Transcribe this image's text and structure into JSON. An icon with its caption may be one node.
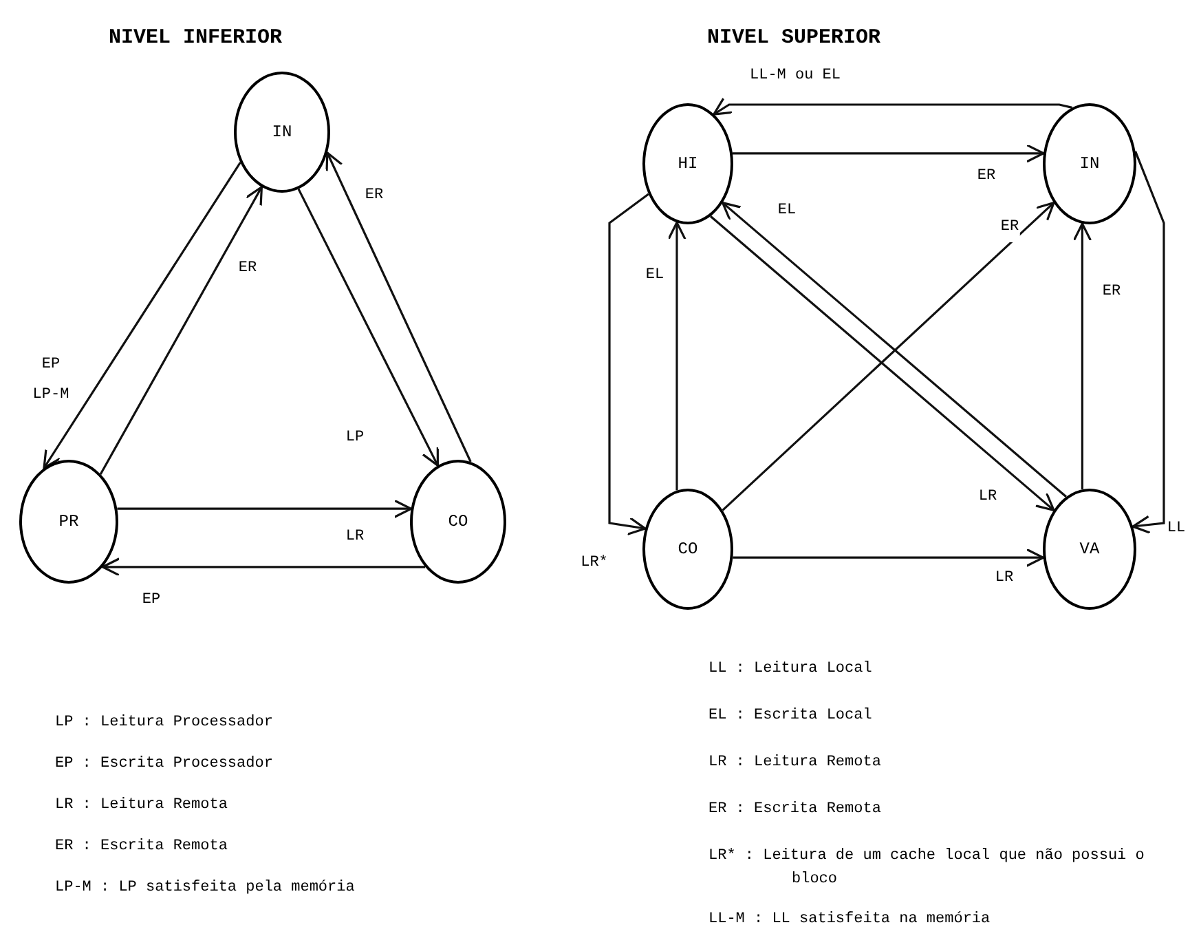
{
  "diagram": {
    "nodes": [
      {
        "text": [
          "IN"
        ]
      },
      {
        "text": [
          "PR"
        ]
      },
      {
        "text": [
          "CO"
        ]
      },
      {
        "text": [
          "HI"
        ]
      },
      {
        "text": [
          "IN"
        ]
      },
      {
        "text": [
          "CO"
        ]
      },
      {
        "text": [
          "VA"
        ]
      }
    ],
    "edges": [
      {
        "from": 0,
        "to": 1,
        "arrow": "to",
        "label": "EP LP-M"
      },
      {
        "from": 1,
        "to": 0,
        "arrow": "to",
        "label": "ER"
      },
      {
        "from": 0,
        "to": 2,
        "arrow": "to",
        "label": "LP"
      },
      {
        "from": 2,
        "to": 0,
        "arrow": "to",
        "label": "ER"
      },
      {
        "from": 1,
        "to": 2,
        "arrow": "to",
        "label": "LR"
      },
      {
        "from": 2,
        "to": 1,
        "arrow": "to",
        "label": "EP"
      },
      {
        "from": 4,
        "to": 3,
        "arrow": "to",
        "label": "LL-M ou EL"
      },
      {
        "from": 3,
        "to": 4,
        "arrow": "to",
        "label": "ER"
      },
      {
        "from": 6,
        "to": 3,
        "arrow": "to",
        "label": "EL"
      },
      {
        "from": 3,
        "to": 6,
        "arrow": "to",
        "label": "LR"
      },
      {
        "from": 5,
        "to": 4,
        "arrow": "to",
        "label": "ER"
      },
      {
        "from": 6,
        "to": 4,
        "arrow": "to",
        "label": "ER"
      },
      {
        "from": 5,
        "to": 3,
        "arrow": "to",
        "label": "EL"
      },
      {
        "from": 3,
        "to": 5,
        "arrow": "to",
        "label": "LR*"
      },
      {
        "from": 4,
        "to": 6,
        "arrow": "to",
        "label": "LL"
      },
      {
        "from": 5,
        "to": 6,
        "arrow": "to",
        "label": "LR"
      }
    ],
    "labels": [
      "NIVEL INFERIOR",
      "NIVEL SUPERIOR",
      "LP : Leitura Processador",
      "EP : Escrita Processador",
      "LR : Leitura Remota",
      "ER : Escrita Remota",
      "LP-M : LP satisfeita pela memória",
      "LL : Leitura Local",
      "EL : Escrita Local",
      "LR : Leitura Remota",
      "ER : Escrita Remota",
      "LR* : Leitura de um cache local que não possui o bloco",
      "LL-M : LL satisfeita na memória"
    ]
  }
}
